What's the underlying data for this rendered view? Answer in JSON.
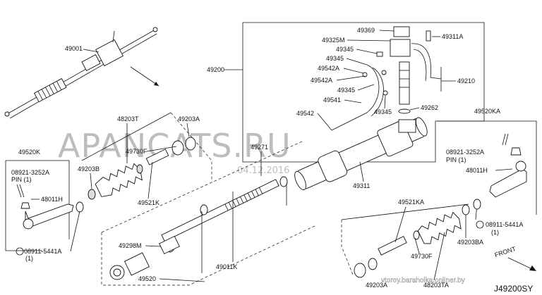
{
  "diagram": {
    "watermark": "APANCATS.RU",
    "watermark_date": "04.12.2016",
    "diagram_code": "J49200SY",
    "source_footer": "vtoroy.baraholka.onliner.by",
    "front_label": "FRONT",
    "labels": {
      "p49001": "49001",
      "p49200": "49200",
      "p49369": "49369",
      "p49311A": "49311A",
      "p49325M": "49325M",
      "p49345a": "49345",
      "p49345b": "49345",
      "p49542A_1": "49542A",
      "p49542A_2": "49542A",
      "p49345c": "49345",
      "p49541": "49541",
      "p49345d": "49345",
      "p49542": "49542",
      "p49210": "49210",
      "p49262": "49262",
      "p49311": "49311",
      "p49271": "49271",
      "p48203T": "48203T",
      "p49203A": "49203A",
      "p49730F": "49730F",
      "p49203B": "49203B",
      "p49521K": "49521K",
      "p49520K": "49520K",
      "p08921_L": "08921-3252A",
      "pin_L": "PIN (1)",
      "p48011H_L": "48011H",
      "p08911_L": "08911-5441A",
      "qty_L": "(1)",
      "p49298M": "49298M",
      "p49520": "49520",
      "p49011K": "49011K",
      "p49520KA": "49520KA",
      "p08921_R": "08921-3252A",
      "pin_R": "PIN (1)",
      "p48011H_R": "48011H",
      "p08911_R": "08911-5441A",
      "qty_R": "(1)",
      "p49521KA": "49521KA",
      "p49730F_2": "49730F",
      "p49203BA": "49203BA",
      "p49203A_2": "49203A",
      "p48203TA": "48203TA"
    }
  }
}
